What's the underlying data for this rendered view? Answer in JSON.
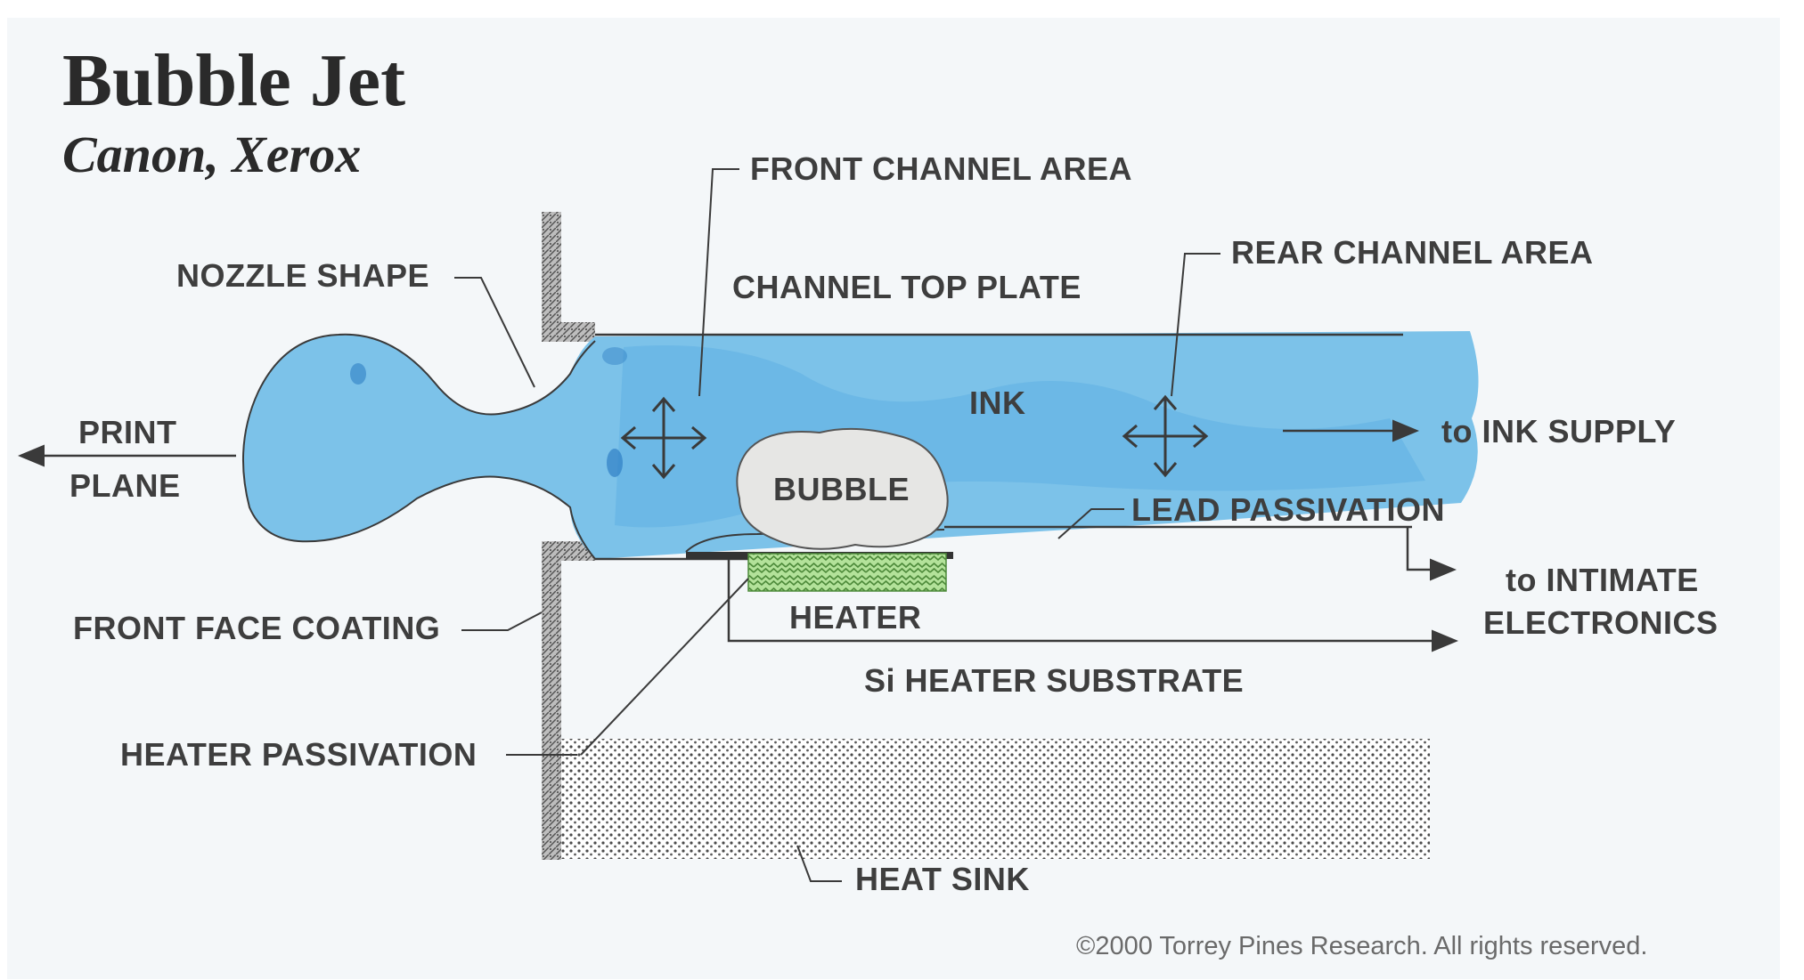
{
  "title": "Bubble Jet",
  "subtitle": "Canon, Xerox",
  "colors": {
    "background": "#f4f7f9",
    "ink": "#7cc2e9",
    "ink_dark": "#4f9fd6",
    "heater": "#a9dc8f",
    "bubble": "#e4e4e2",
    "heat_sink": "#dcdcdc",
    "text": "#3e3e3e"
  },
  "labels": {
    "front_channel_area": "FRONT CHANNEL AREA",
    "rear_channel_area": "REAR CHANNEL AREA",
    "channel_top_plate": "CHANNEL TOP PLATE",
    "nozzle_shape": "NOZZLE SHAPE",
    "print": "PRINT",
    "plane": "PLANE",
    "ink": "INK",
    "bubble": "BUBBLE",
    "to_ink_supply": "to INK SUPPLY",
    "lead_passivation": "LEAD PASSIVATION",
    "to_intimate": "to INTIMATE",
    "electronics": "ELECTRONICS",
    "front_face_coating": "FRONT FACE COATING",
    "heater": "HEATER",
    "si_heater_substrate": "Si HEATER SUBSTRATE",
    "heater_passivation": "HEATER PASSIVATION",
    "heat_sink": "HEAT SINK"
  },
  "copyright": "©2000 Torrey Pines Research. All rights reserved."
}
